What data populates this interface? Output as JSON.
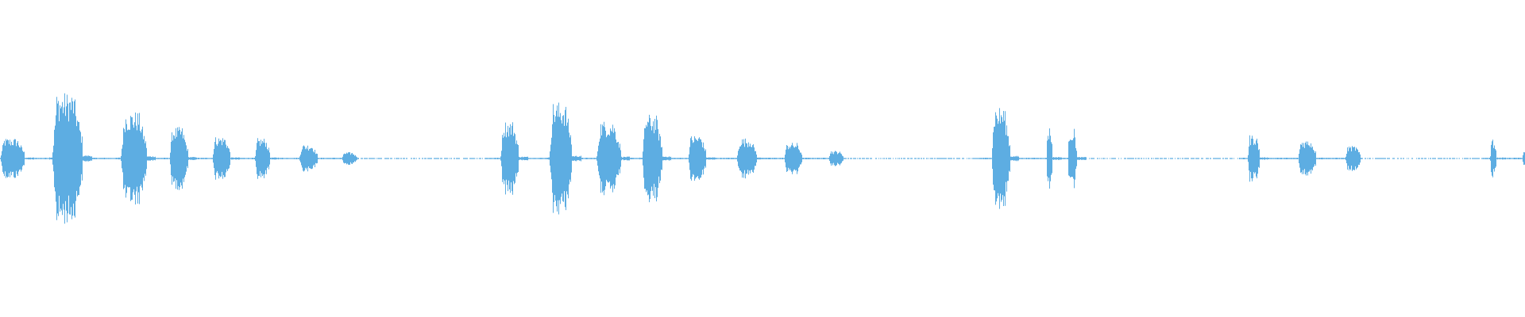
{
  "waveform": {
    "color": "#5dade2",
    "background": "#ffffff",
    "baseline_amplitude": 0.004,
    "bursts": [
      {
        "t": 0.0,
        "w": 0.016,
        "a": 0.13
      },
      {
        "t": 0.034,
        "w": 0.02,
        "a": 0.42
      },
      {
        "t": 0.079,
        "w": 0.017,
        "a": 0.3
      },
      {
        "t": 0.111,
        "w": 0.012,
        "a": 0.2
      },
      {
        "t": 0.139,
        "w": 0.012,
        "a": 0.14
      },
      {
        "t": 0.167,
        "w": 0.01,
        "a": 0.13
      },
      {
        "t": 0.196,
        "w": 0.012,
        "a": 0.09
      },
      {
        "t": 0.224,
        "w": 0.01,
        "a": 0.04
      },
      {
        "t": 0.328,
        "w": 0.012,
        "a": 0.24
      },
      {
        "t": 0.36,
        "w": 0.015,
        "a": 0.36
      },
      {
        "t": 0.391,
        "w": 0.016,
        "a": 0.24
      },
      {
        "t": 0.421,
        "w": 0.013,
        "a": 0.28
      },
      {
        "t": 0.451,
        "w": 0.012,
        "a": 0.15
      },
      {
        "t": 0.483,
        "w": 0.013,
        "a": 0.13
      },
      {
        "t": 0.514,
        "w": 0.012,
        "a": 0.1
      },
      {
        "t": 0.543,
        "w": 0.01,
        "a": 0.05
      },
      {
        "t": 0.65,
        "w": 0.012,
        "a": 0.33
      },
      {
        "t": 0.686,
        "w": 0.004,
        "a": 0.2
      },
      {
        "t": 0.7,
        "w": 0.006,
        "a": 0.19
      },
      {
        "t": 0.818,
        "w": 0.008,
        "a": 0.15
      },
      {
        "t": 0.851,
        "w": 0.012,
        "a": 0.12
      },
      {
        "t": 0.882,
        "w": 0.01,
        "a": 0.08
      },
      {
        "t": 0.977,
        "w": 0.004,
        "a": 0.12
      },
      {
        "t": 0.998,
        "w": 0.004,
        "a": 0.05
      }
    ],
    "silent_dashes": [
      {
        "t0": 0.235,
        "t1": 0.318
      },
      {
        "t0": 0.554,
        "t1": 0.642
      },
      {
        "t0": 0.711,
        "t1": 0.812
      },
      {
        "t0": 0.893,
        "t1": 0.972
      }
    ]
  }
}
